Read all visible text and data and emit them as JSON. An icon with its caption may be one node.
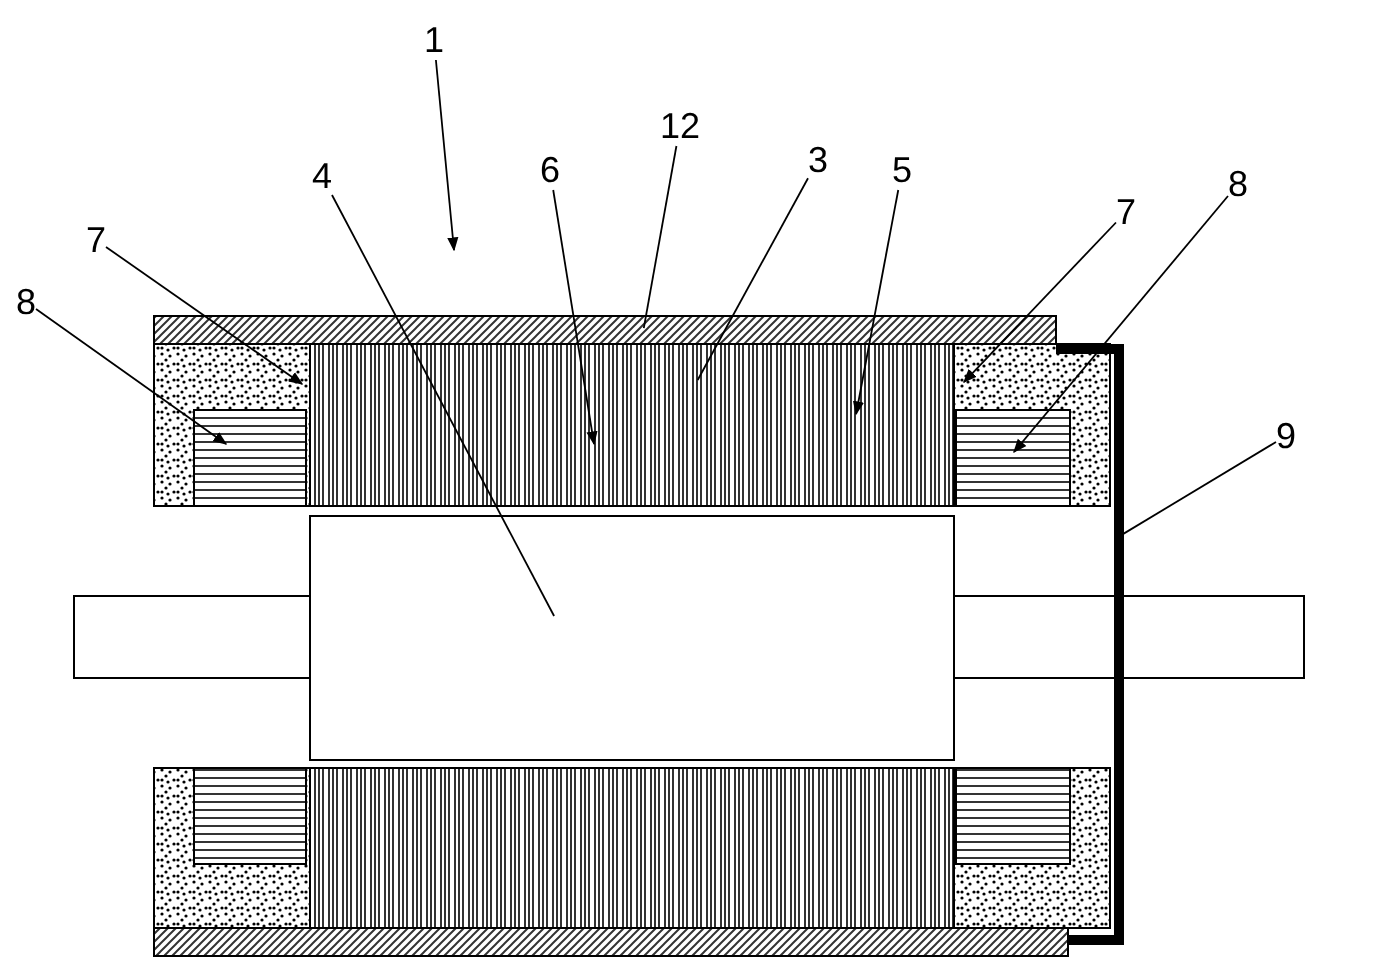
{
  "diagram": {
    "nodes": [
      {
        "text": [
          "1"
        ]
      },
      {
        "text": [
          "12"
        ]
      },
      {
        "text": [
          "7"
        ]
      },
      {
        "text": [
          "8"
        ]
      },
      {
        "text": [
          "4"
        ]
      },
      {
        "text": [
          "6"
        ]
      },
      {
        "text": [
          "3"
        ]
      },
      {
        "text": [
          "5"
        ]
      },
      {
        "text": [
          "7"
        ]
      },
      {
        "text": [
          "8"
        ]
      },
      {
        "text": [
          "9"
        ]
      },
      {
        "text": [],
        "shape": "box"
      },
      {
        "text": [],
        "shape": "box"
      },
      {
        "text": [],
        "shape": "box"
      },
      {
        "text": [],
        "shape": "box"
      },
      {
        "text": [],
        "shape": "box",
        "in": 14
      },
      {
        "text": [],
        "shape": "box"
      },
      {
        "text": [],
        "shape": "box",
        "in": 16
      },
      {
        "text": [],
        "shape": "bar"
      }
    ],
    "edges": [
      {
        "from": 0,
        "to": null,
        "arrow": "to"
      },
      {
        "from": 1,
        "to": 11,
        "arrow": "none"
      },
      {
        "from": 2,
        "to": 14,
        "arrow": "to"
      },
      {
        "from": 3,
        "to": 15,
        "arrow": "to"
      },
      {
        "from": 4,
        "to": 13,
        "arrow": "none"
      },
      {
        "from": 5,
        "to": 12,
        "arrow": "to"
      },
      {
        "from": 6,
        "to": 12,
        "arrow": "none"
      },
      {
        "from": 7,
        "to": 12,
        "arrow": "to"
      },
      {
        "from": 8,
        "to": 16,
        "arrow": "to"
      },
      {
        "from": 9,
        "to": 17,
        "arrow": "to"
      },
      {
        "from": 10,
        "to": 18,
        "arrow": "none"
      }
    ]
  }
}
